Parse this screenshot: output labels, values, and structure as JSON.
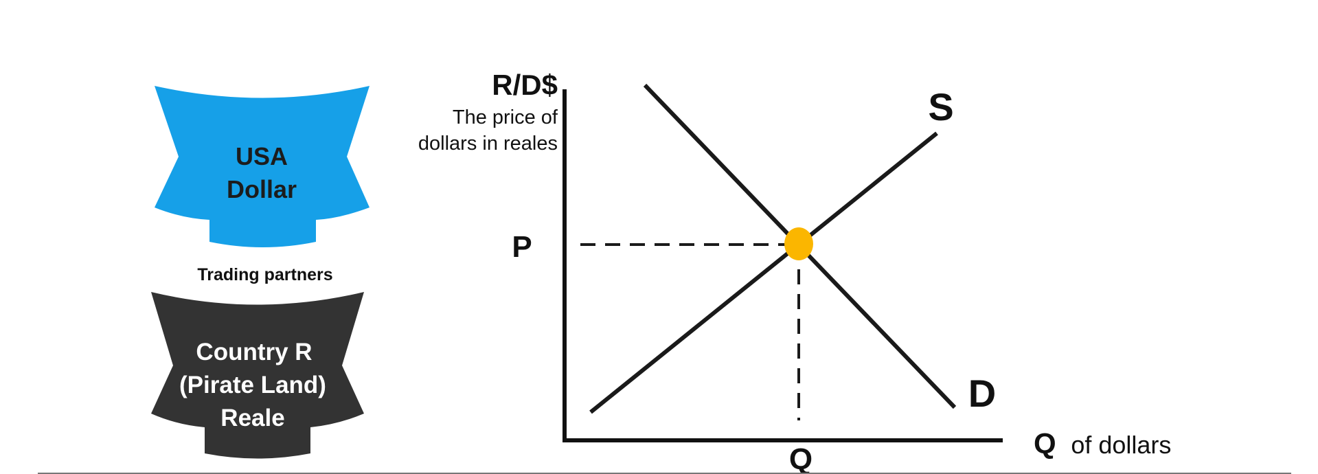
{
  "left_panel": {
    "usd_banner": {
      "line1": "USA",
      "line2": "Dollar",
      "color": "#16a0e8"
    },
    "caption": "Trading partners",
    "reale_banner": {
      "line1": "Country R",
      "line2": "(Pirate Land)",
      "line3": "Reale",
      "color": "#333333"
    }
  },
  "graph": {
    "y_axis_title": "R/D$",
    "y_axis_subtitle_line1": "The price of",
    "y_axis_subtitle_line2": "dollars in reales",
    "x_axis_title_bold": "Q",
    "x_axis_title_rest": "of dollars",
    "price_label": "P",
    "quantity_label": "Q",
    "supply_label": "S",
    "demand_label": "D",
    "equilibrium_color": "#fbb600"
  }
}
